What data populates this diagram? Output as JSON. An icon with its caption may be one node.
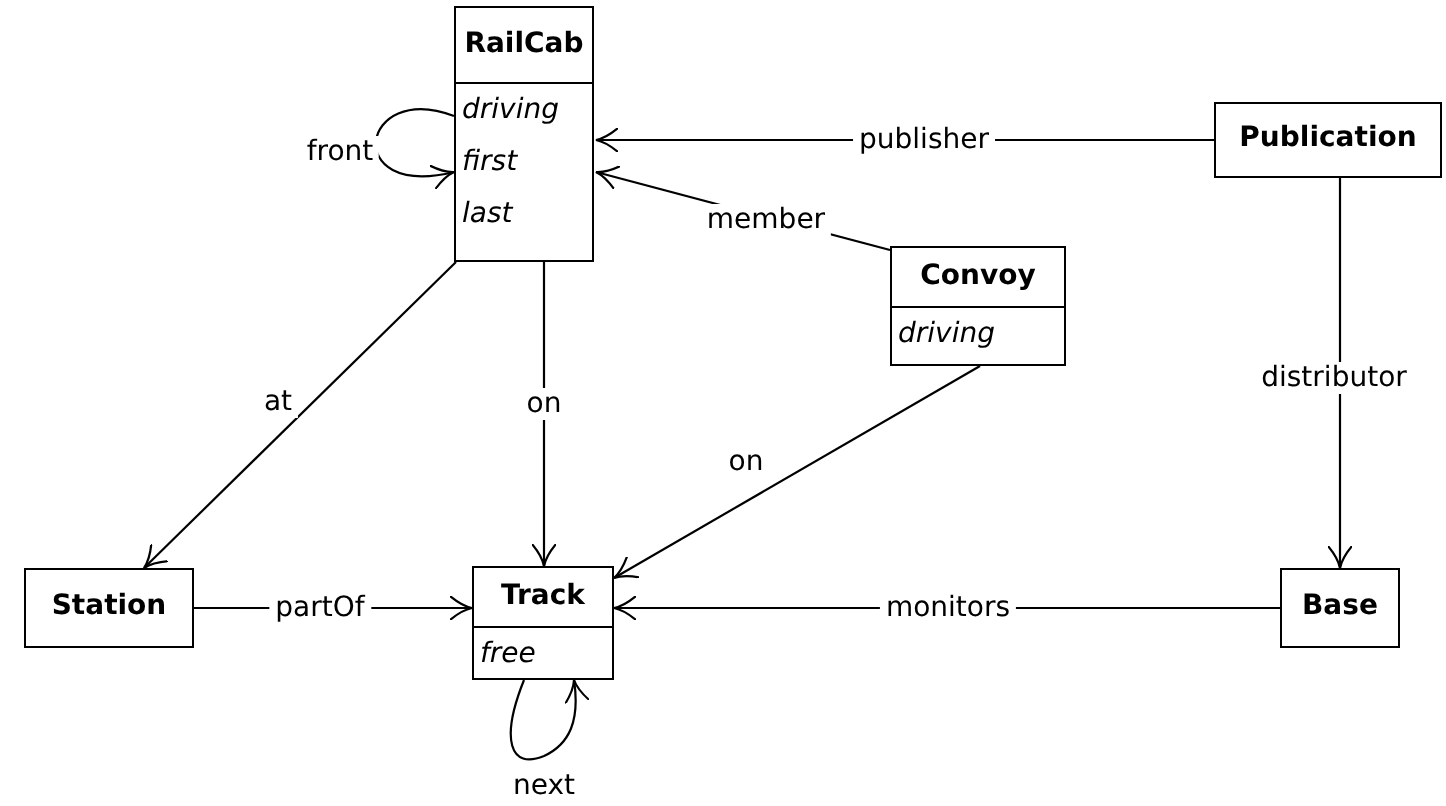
{
  "diagram": {
    "nodes": [
      {
        "text": [
          "RailCab",
          "driving",
          "first",
          "last"
        ]
      },
      {
        "text": [
          "Publication"
        ]
      },
      {
        "text": [
          "Convoy",
          "driving"
        ]
      },
      {
        "text": [
          "Station"
        ]
      },
      {
        "text": [
          "Track",
          "free"
        ]
      },
      {
        "text": [
          "Base"
        ]
      }
    ],
    "edges": [
      {
        "from": 0,
        "to": 0,
        "arrow": "to",
        "label": "front"
      },
      {
        "from": 1,
        "to": 0,
        "arrow": "to",
        "label": "publisher"
      },
      {
        "from": 2,
        "to": 0,
        "arrow": "to",
        "label": "member"
      },
      {
        "from": 0,
        "to": 3,
        "arrow": "to",
        "label": "at"
      },
      {
        "from": 0,
        "to": 4,
        "arrow": "to",
        "label": "on"
      },
      {
        "from": 2,
        "to": 4,
        "arrow": "to",
        "label": "on"
      },
      {
        "from": 1,
        "to": 5,
        "arrow": "to",
        "label": "distributor"
      },
      {
        "from": 3,
        "to": 4,
        "arrow": "to",
        "label": "partOf"
      },
      {
        "from": 5,
        "to": 4,
        "arrow": "to",
        "label": "monitors"
      },
      {
        "from": 4,
        "to": 4,
        "arrow": "to",
        "label": "next"
      }
    ]
  }
}
